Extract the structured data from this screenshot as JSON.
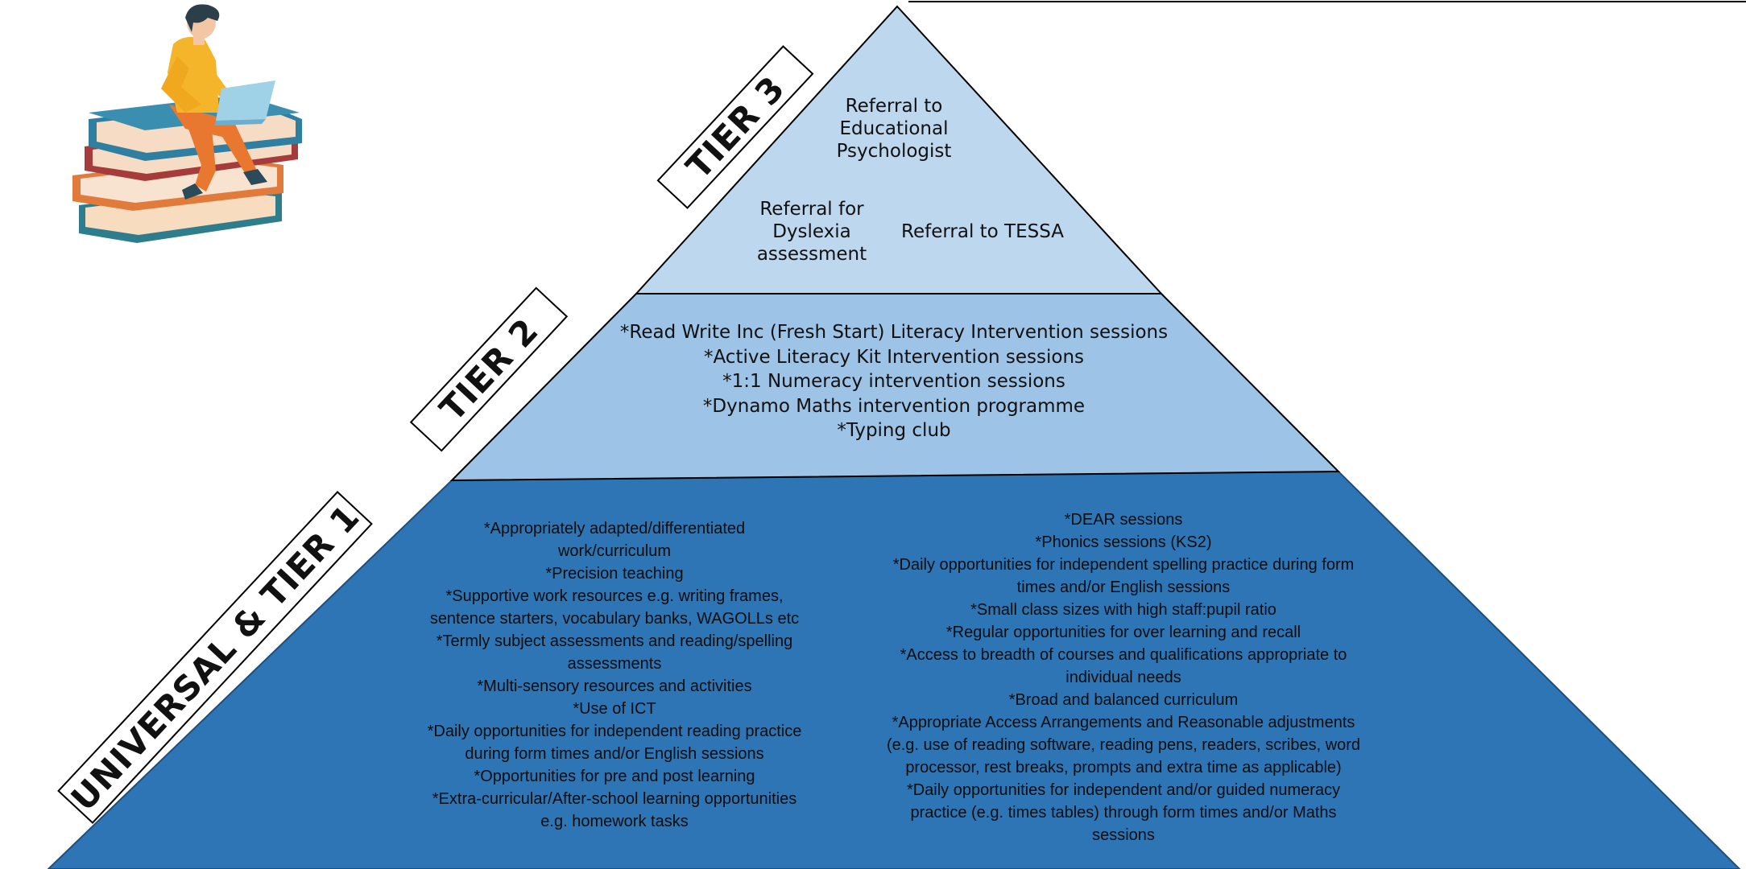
{
  "tier3": {
    "label": "TIER 3",
    "psychologist_lines": [
      "Referral to",
      "Educational",
      "Psychologist"
    ],
    "dyslexia_lines": [
      "Referral for",
      "Dyslexia",
      "assessment"
    ],
    "tessa": "Referral to TESSA"
  },
  "tier2": {
    "label": "TIER 2",
    "items": [
      "*Read Write Inc (Fresh Start) Literacy Intervention sessions",
      "*Active Literacy Kit Intervention sessions",
      "*1:1 Numeracy intervention sessions",
      "*Dynamo Maths intervention programme",
      "*Typing club"
    ]
  },
  "tier1": {
    "label": "UNIVERSAL & TIER 1",
    "left_lines": [
      "*Appropriately adapted/differentiated",
      "work/curriculum",
      "*Precision teaching",
      "*Supportive work resources e.g. writing frames,",
      "sentence starters, vocabulary banks, WAGOLLs etc",
      "*Termly subject assessments and reading/spelling",
      "assessments",
      "*Multi-sensory resources and activities",
      "*Use of ICT",
      "*Daily opportunities for independent reading practice",
      "during form times and/or English sessions",
      "*Opportunities for pre and post learning",
      "*Extra-curricular/After-school learning opportunities",
      "e.g. homework tasks"
    ],
    "right_lines": [
      "*DEAR sessions",
      "*Phonics sessions (KS2)",
      "*Daily opportunities for independent spelling practice during form",
      "times and/or English sessions",
      "*Small class sizes with high staff:pupil ratio",
      "*Regular opportunities for over learning and recall",
      "*Access to breadth of courses and qualifications appropriate to",
      "individual needs",
      "*Broad and balanced curriculum",
      "*Appropriate Access Arrangements and Reasonable adjustments",
      "(e.g. use of reading software, reading pens, readers, scribes, word",
      "processor, rest breaks, prompts and extra time as applicable)",
      "*Daily opportunities for independent and/or guided numeracy",
      "practice (e.g. times tables) through form times and/or Maths",
      "sessions"
    ]
  },
  "colors": {
    "tier3_fill": "#bdd7ee",
    "tier2_fill": "#9dc3e6",
    "tier1_fill": "#2e75b6",
    "outline": "#000000"
  },
  "illustration": "person-reading-on-books-icon"
}
